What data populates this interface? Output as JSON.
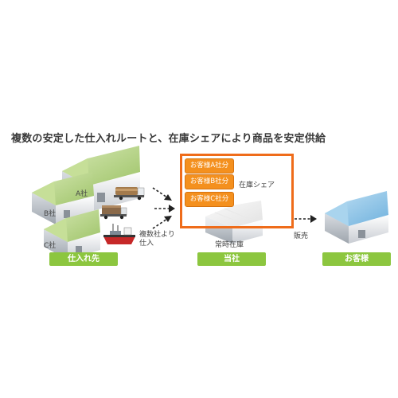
{
  "title": "複数の安定した仕入れルートと、在庫シェアにより商品を安定供給",
  "suppliers": {
    "a": "A社",
    "b": "B社",
    "c": "C社",
    "pill": "仕入れ先",
    "route_note": "複数社より\n仕入"
  },
  "company": {
    "share_items": [
      "お客様A社分",
      "お客様B社分",
      "お客様C社分"
    ],
    "share_label": "在庫シェア",
    "stock_label": "常時在庫",
    "pill": "当社"
  },
  "sale_label": "販売",
  "customer": {
    "pill": "お客様"
  },
  "colors": {
    "supplier_roof": "#b9d88a",
    "frame": "#ef6c1a",
    "badge": "#f4901e",
    "pill": "#8cc63f",
    "customer_roof": "#8ec6ea"
  }
}
